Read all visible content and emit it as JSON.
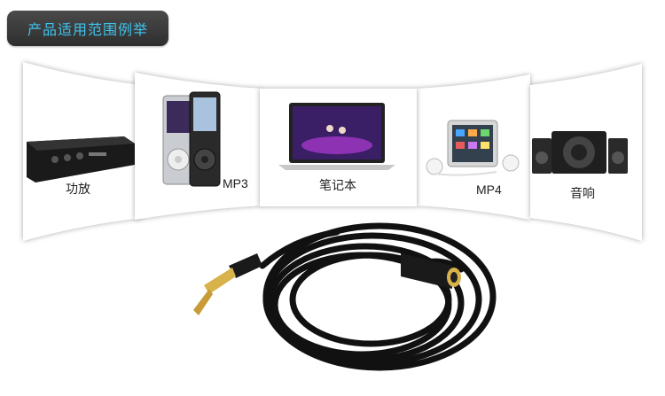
{
  "header": {
    "title": "产品适用范围例举"
  },
  "devices": [
    {
      "label": "功放"
    },
    {
      "label": "MP3"
    },
    {
      "label": "笔记本"
    },
    {
      "label": "MP4"
    },
    {
      "label": "音响"
    }
  ],
  "colors": {
    "title_bg": "#3a3a3a",
    "title_text": "#3fc4ee",
    "cable": "#111111",
    "gold": "#d8b24a"
  }
}
